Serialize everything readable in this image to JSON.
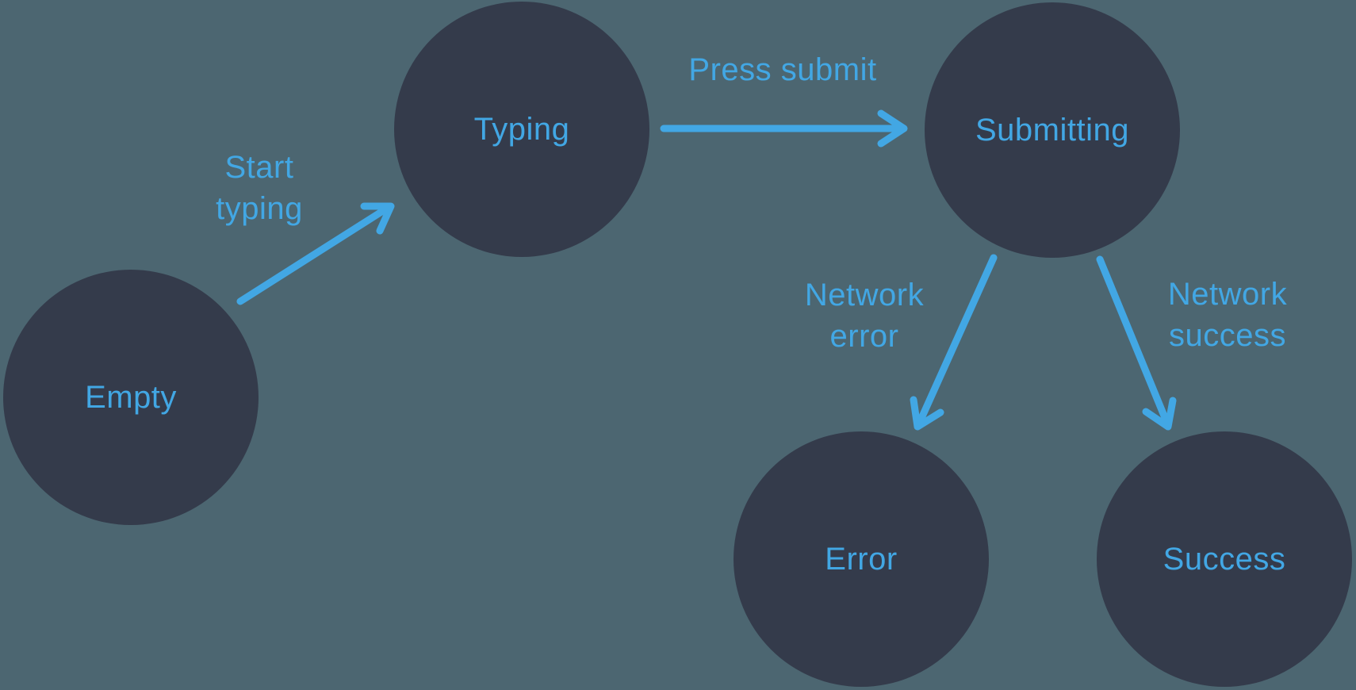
{
  "states": [
    {
      "id": "empty",
      "label": "Empty"
    },
    {
      "id": "typing",
      "label": "Typing"
    },
    {
      "id": "submitting",
      "label": "Submitting"
    },
    {
      "id": "error",
      "label": "Error"
    },
    {
      "id": "success",
      "label": "Success"
    }
  ],
  "transitions": [
    {
      "from": "empty",
      "to": "typing",
      "label_lines": [
        "Start",
        "typing"
      ]
    },
    {
      "from": "typing",
      "to": "submitting",
      "label_lines": [
        "Press submit"
      ]
    },
    {
      "from": "submitting",
      "to": "error",
      "label_lines": [
        "Network",
        "error"
      ]
    },
    {
      "from": "submitting",
      "to": "success",
      "label_lines": [
        "Network",
        "success"
      ]
    }
  ],
  "colors": {
    "background": "#4C6671",
    "state_fill": "#343B4B",
    "accent_blue": "#42A7E4"
  }
}
